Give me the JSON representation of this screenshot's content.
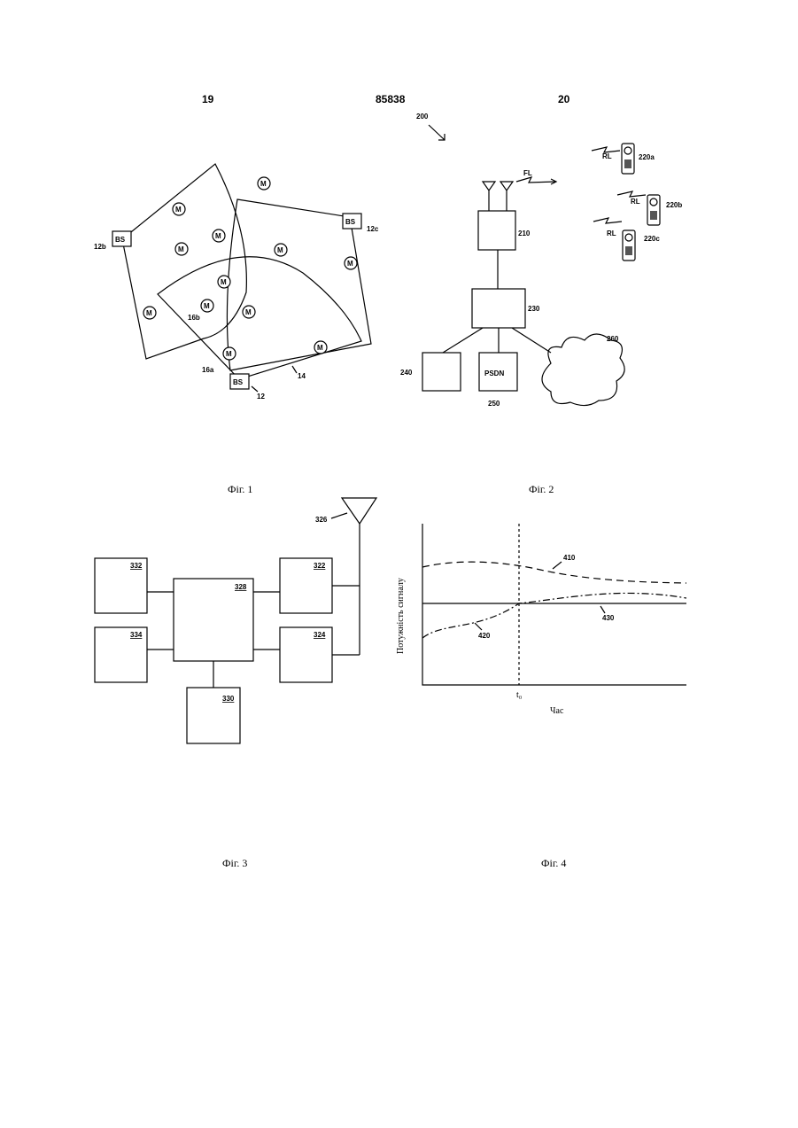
{
  "header": {
    "left_page": "19",
    "doc_number": "85838",
    "right_page": "20"
  },
  "fig1": {
    "caption": "Фіг. 1",
    "bs_text": "BS",
    "mobile_text": "M",
    "refs": {
      "bs_b": "12b",
      "bs_c": "12c",
      "bs": "12",
      "r14": "14",
      "r16a": "16a",
      "r16b": "16b"
    }
  },
  "fig2": {
    "caption": "Фіг. 2",
    "ref200": "200",
    "fl": "FL",
    "rl": "RL",
    "mobiles": [
      "220a",
      "220b",
      "220c"
    ],
    "r210": "210",
    "r230": "230",
    "r240": "240",
    "psdn": "PSDN",
    "r250": "250",
    "r260": "260"
  },
  "fig3": {
    "caption": "Фіг. 3",
    "boxes": {
      "b332": "332",
      "b334": "334",
      "b328": "328",
      "b322": "322",
      "b324": "324",
      "b330": "330"
    },
    "antenna": "326"
  },
  "fig4": {
    "caption": "Фіг. 4",
    "chart_data": {
      "type": "line",
      "ylabel": "Потужність сигналу",
      "xlabel": "Час",
      "x_tick": "t₀",
      "series": [
        {
          "name": "410"
        },
        {
          "name": "420"
        },
        {
          "name": "430"
        }
      ]
    }
  }
}
